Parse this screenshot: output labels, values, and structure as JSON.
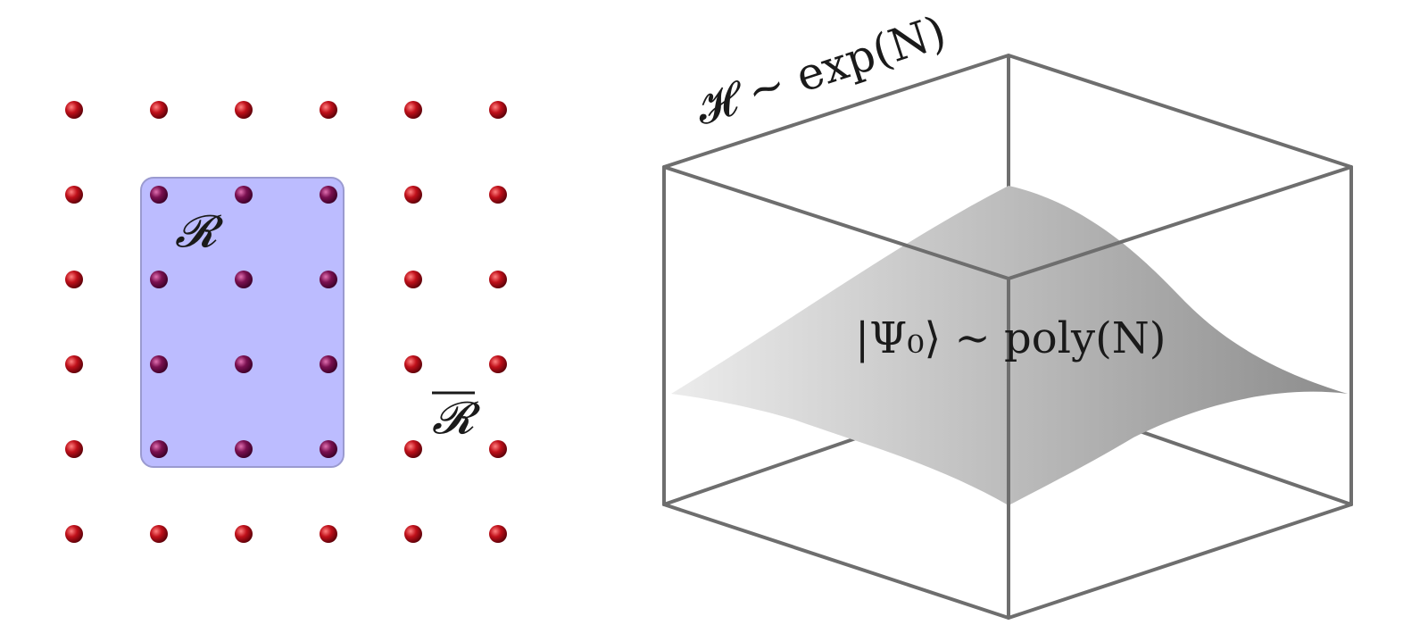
{
  "lattice": {
    "rows": 6,
    "cols": 6,
    "region": {
      "row_start": 1,
      "row_end": 4,
      "col_start": 1,
      "col_end": 3
    },
    "site_color": "#c0101a",
    "region_site_color": "#7a1050",
    "region_fill": "#bcbcff",
    "region_stroke": "#9a9ad0"
  },
  "labels": {
    "region": "𝓡",
    "complement": "𝓡",
    "hilbert_space": "𝓗 ∼ exp(N)",
    "ground_state": "|Ψ₀⟩ ∼ poly(N)"
  },
  "box": {
    "edge_color": "#6e6e6e"
  },
  "surface": {
    "gradient_start": "#ececec",
    "gradient_end": "#8c8c8c"
  }
}
